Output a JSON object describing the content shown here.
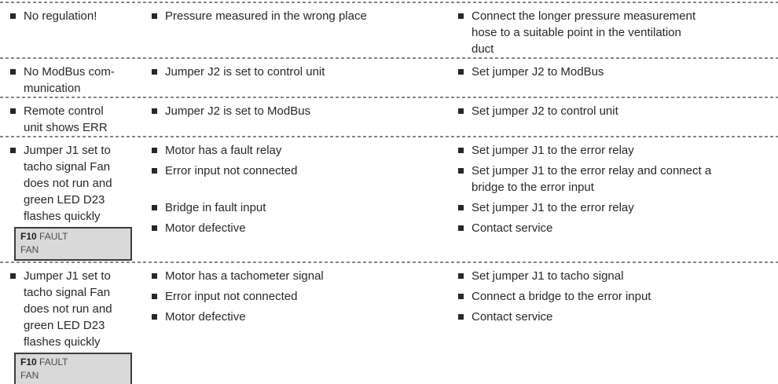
{
  "colors": {
    "text": "#29272e",
    "dash_line": "#868686",
    "lcd_background": "#d9d9d9",
    "lcd_border": "#3c3c3c"
  },
  "table": {
    "rows": [
      {
        "symptom": "No regulation!",
        "pairs": [
          {
            "cause": "Pressure measured in the wrong place",
            "remedy": "Connect the longer pressure measurement\nhose to a suitable point in the ventilation\nduct"
          }
        ]
      },
      {
        "symptom": "No ModBus com-\nmunication",
        "pairs": [
          {
            "cause": "Jumper J2 is set to control unit",
            "remedy": "Set jumper J2 to ModBus"
          }
        ]
      },
      {
        "symptom": "Remote control\nunit shows ERR",
        "pairs": [
          {
            "cause": "Jumper J2 is set to ModBus",
            "remedy": "Set jumper J2 to control unit"
          }
        ]
      },
      {
        "symptom": "Jumper J1 set to\ntacho signal Fan\ndoes not run and\ngreen LED D23\nflashes quickly",
        "display": {
          "line1_bold": "F10",
          "line1_rest": "FAULT",
          "line2": "FAN"
        },
        "pairs": [
          {
            "cause": "Motor has a fault relay",
            "remedy": "Set jumper J1 to the error relay"
          },
          {
            "cause": "Error input not connected",
            "remedy": "Set jumper J1 to the error relay and connect a\nbridge to the error input"
          },
          {
            "cause": "Bridge in fault input",
            "remedy": "Set jumper J1 to the error relay"
          },
          {
            "cause": "Motor defective",
            "remedy": "Contact service"
          }
        ]
      },
      {
        "symptom": "Jumper J1 set to\ntacho signal Fan\ndoes not run and\ngreen LED D23\nflashes quickly",
        "display": {
          "line1_bold": "F10",
          "line1_rest": "FAULT",
          "line2": "FAN"
        },
        "pairs": [
          {
            "cause": "Motor has a tachometer signal",
            "remedy": "Set jumper J1 to tacho signal"
          },
          {
            "cause": "Error input not connected",
            "remedy": "Connect a bridge to the error input"
          },
          {
            "cause": "Motor defective",
            "remedy": "Contact service"
          }
        ]
      }
    ]
  }
}
